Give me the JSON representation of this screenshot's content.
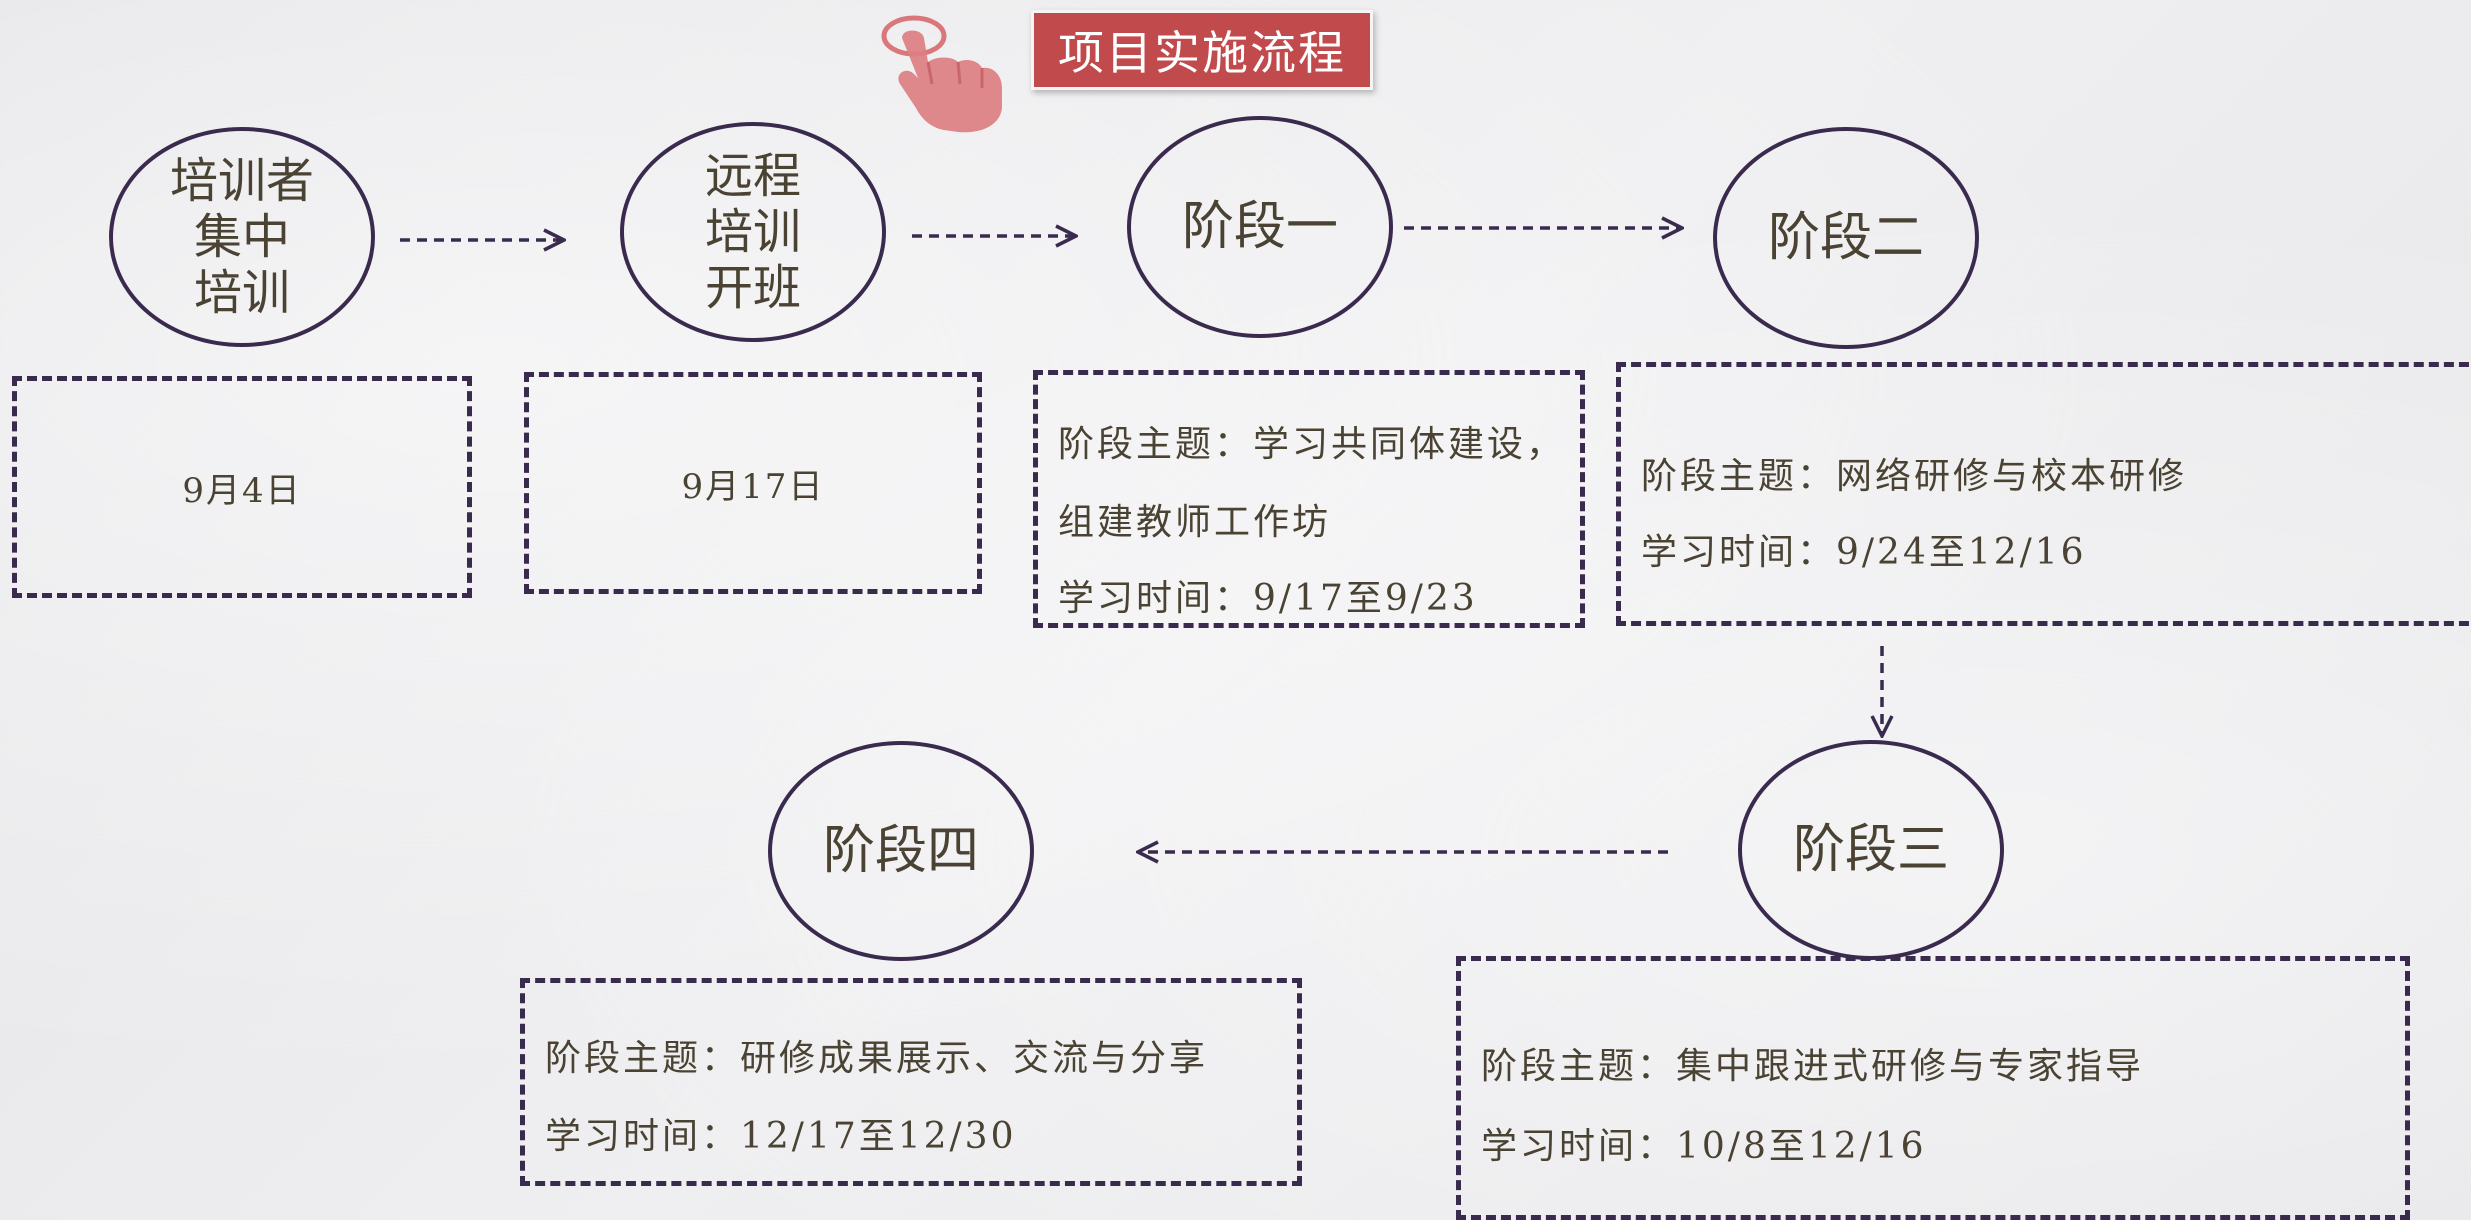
{
  "title": "项目实施流程",
  "icon": "pointing-hand-icon",
  "colors": {
    "title_bg": "#c14a4d",
    "outline": "#3a2a4e",
    "text": "#4a4333"
  },
  "nodes": [
    {
      "label": "培训者\n集中\n培训"
    },
    {
      "label": "远程\n培训\n开班"
    },
    {
      "label": "阶段一"
    },
    {
      "label": "阶段二"
    },
    {
      "label": "阶段三"
    },
    {
      "label": "阶段四"
    }
  ],
  "boxes": [
    {
      "text": "9月4日"
    },
    {
      "text": "9月17日"
    },
    {
      "lines": [
        "阶段主题：学习共同体建设，",
        "组建教师工作坊",
        "学习时间：9/17至9/23"
      ]
    },
    {
      "lines": [
        "阶段主题：网络研修与校本研修",
        "学习时间：9/24至12/16"
      ]
    },
    {
      "lines": [
        "阶段主题：集中跟进式研修与专家指导",
        "学习时间：10/8至12/16"
      ]
    },
    {
      "lines": [
        "阶段主题：研修成果展示、交流与分享",
        "学习时间：12/17至12/30"
      ]
    }
  ]
}
